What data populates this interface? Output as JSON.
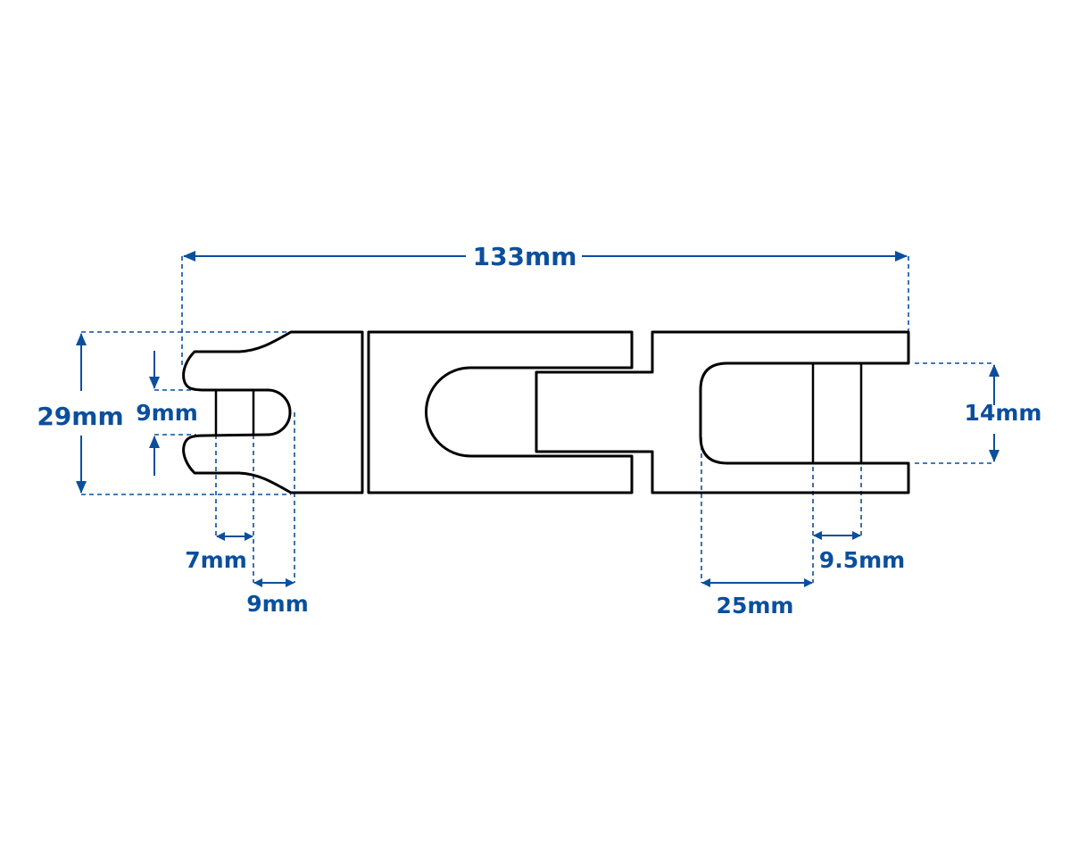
{
  "diagram": {
    "title": "Three-part link dimensions drawing",
    "dimensions": {
      "overall_length": "133mm",
      "overall_height": "29mm",
      "slot_gap_left": "9mm",
      "pin_width_left": "7mm",
      "tongue_tip_left": "9mm",
      "slot_height_right": "14mm",
      "pin_width_right": "9.5mm",
      "slot_depth_right": "25mm"
    },
    "colors": {
      "dimension": "#0b4f9c",
      "outline": "#000000"
    }
  }
}
